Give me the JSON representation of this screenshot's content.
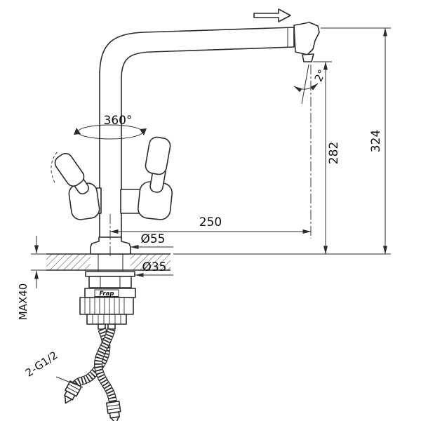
{
  "background": "#ffffff",
  "ink_color": "#2b2b2b",
  "brand": "Frap",
  "dims": {
    "total_height": "324",
    "spout_height": "282",
    "reach": "250",
    "base_dia": "Ø55",
    "shank_dia": "Ø35",
    "max_thickness": "MAX40",
    "thread": "2-G1/2",
    "swivel": "360°",
    "tilt": "2°"
  }
}
